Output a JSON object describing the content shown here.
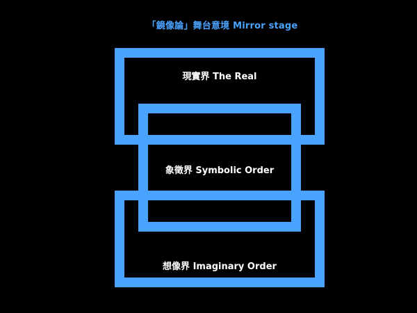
{
  "title": "「鏡像論」舞台意境 Mirror stage",
  "colors": {
    "background": "#000000",
    "frame": "#4aa3ff",
    "title": "#4aa3ff",
    "label": "#ffffff"
  },
  "nodes": [
    {
      "id": "real",
      "label": "現實界 The Real"
    },
    {
      "id": "symbolic",
      "label": "象徵界 Symbolic Order"
    },
    {
      "id": "imaginary",
      "label": "想像界 Imaginary Order"
    }
  ]
}
